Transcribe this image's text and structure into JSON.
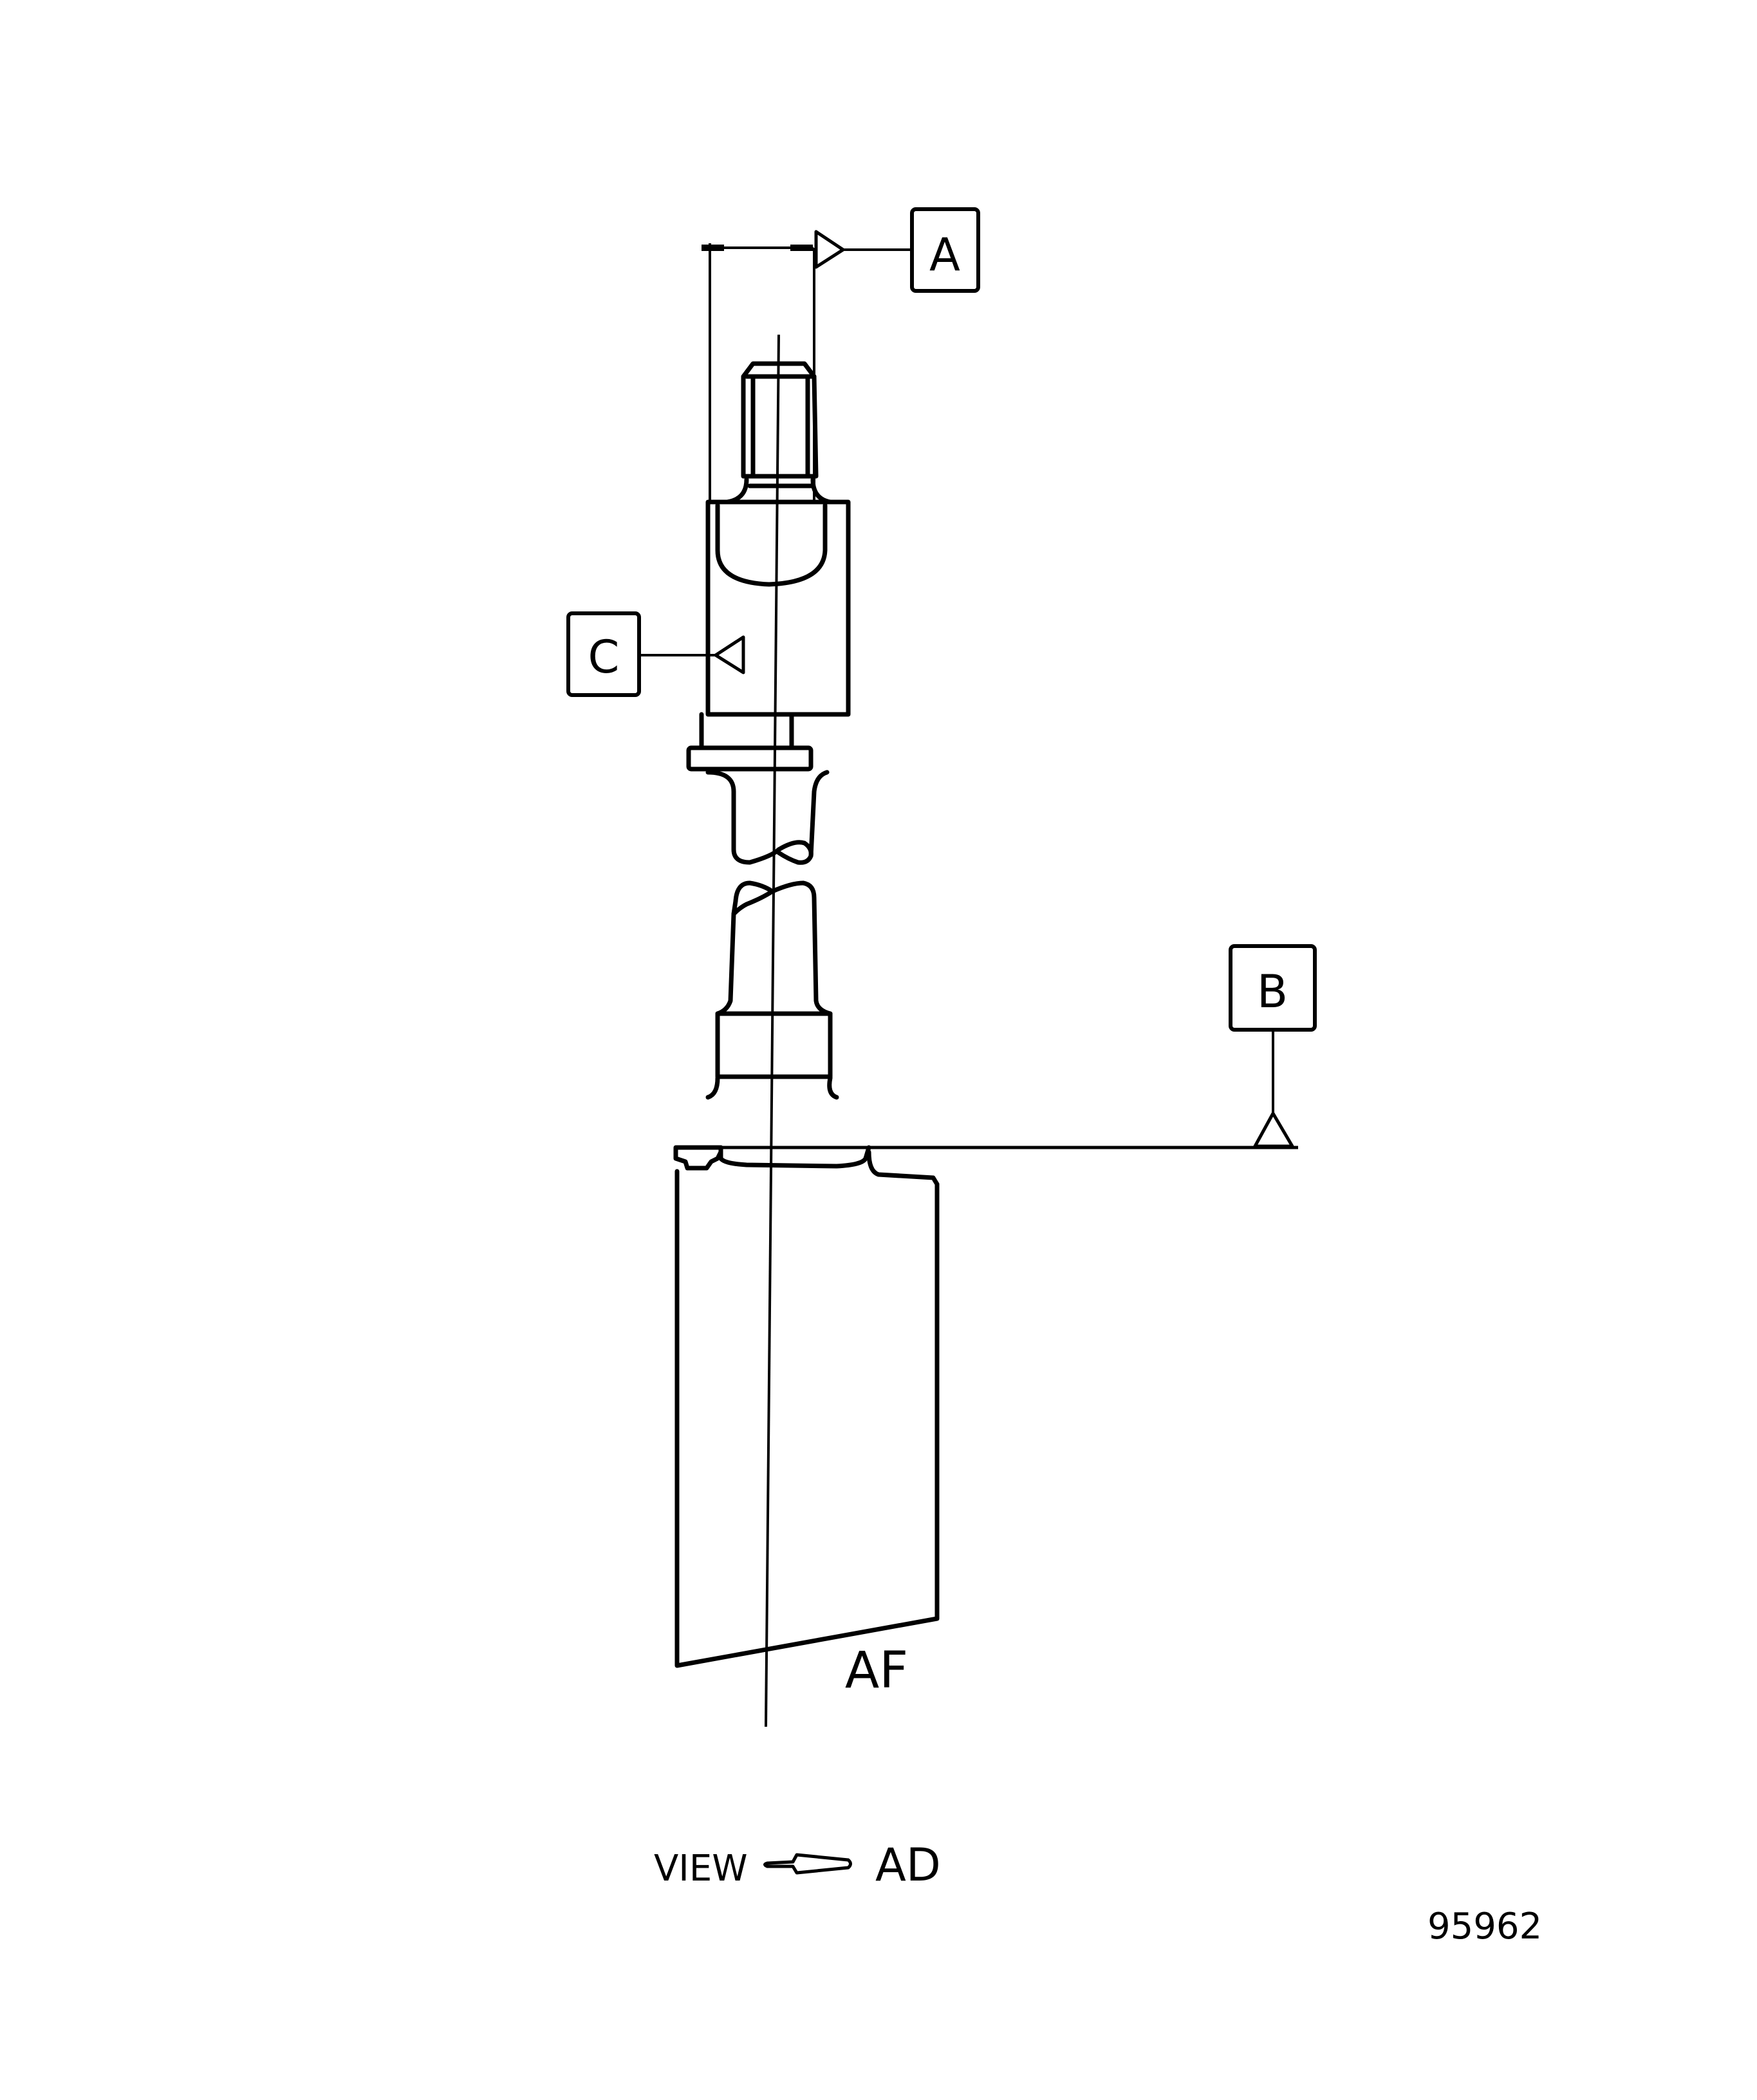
{
  "drawing": {
    "datum_labels": {
      "a": "A",
      "b": "B",
      "c": "C"
    },
    "section_label": "AF",
    "view_caption": {
      "prefix": "VIEW",
      "target": "AD"
    },
    "figure_number": "95962",
    "colors": {
      "line": "#000000",
      "background": "#ffffff"
    }
  }
}
